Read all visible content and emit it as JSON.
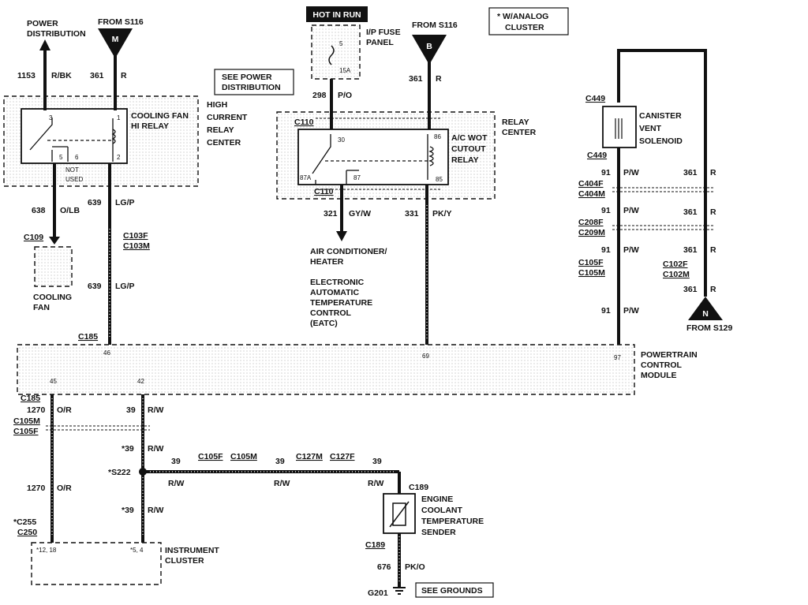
{
  "title_box": "HOT IN RUN",
  "note": {
    "line1": "* W/ANALOG",
    "line2": "CLUSTER"
  },
  "power_distribution": {
    "line1": "POWER",
    "line2": "DISTRIBUTION"
  },
  "sources": {
    "m": {
      "letter": "M",
      "from": "FROM S116"
    },
    "b": {
      "letter": "B",
      "from": "FROM S116"
    },
    "n": {
      "letter": "N",
      "from": "FROM S129"
    }
  },
  "see_power": {
    "line1": "SEE POWER",
    "line2": "DISTRIBUTION"
  },
  "see_grounds": "SEE GROUNDS",
  "fuse_panel": {
    "line1": "I/P FUSE",
    "line2": "PANEL",
    "pin": "5",
    "rating": "15A"
  },
  "cooling_fan_relay": {
    "name1": "COOLING FAN",
    "name2": "HI RELAY",
    "pin3": "3",
    "pin1": "1",
    "pin5": "5",
    "pin6": "6",
    "pin2": "2",
    "not": "NOT",
    "used": "USED"
  },
  "hcrc": {
    "line1": "HIGH",
    "line2": "CURRENT",
    "line3": "RELAY",
    "line4": "CENTER"
  },
  "relay_center": {
    "line1": "RELAY",
    "line2": "CENTER"
  },
  "ac_relay": {
    "name1": "A/C WOT",
    "name2": "CUTOUT",
    "name3": "RELAY",
    "p30": "30",
    "p86": "86",
    "p87a": "87A",
    "p87": "87",
    "p85": "85"
  },
  "canister": {
    "line1": "CANISTER",
    "line2": "VENT",
    "line3": "SOLENOID"
  },
  "cooling_fan": {
    "line1": "COOLING",
    "line2": "FAN"
  },
  "pcm": {
    "line1": "POWERTRAIN",
    "line2": "CONTROL",
    "line3": "MODULE",
    "p46": "46",
    "p69": "69",
    "p97": "97",
    "p45": "45",
    "p42": "42"
  },
  "ac_heater": {
    "line1": "AIR CONDITIONER/",
    "line2": "HEATER",
    "line3": "ELECTRONIC",
    "line4": "AUTOMATIC",
    "line5": "TEMPERATURE",
    "line6": "CONTROL",
    "line7": "(EATC)"
  },
  "ect": {
    "line1": "ENGINE",
    "line2": "COOLANT",
    "line3": "TEMPERATURE",
    "line4": "SENDER"
  },
  "cluster": {
    "line1": "INSTRUMENT",
    "line2": "CLUSTER",
    "pa": "*12, 18",
    "pb": "*5, 4"
  },
  "wires": {
    "w1153": {
      "num": "1153",
      "color": "R/BK"
    },
    "w361": {
      "num": "361",
      "color": "R"
    },
    "w298": {
      "num": "298",
      "color": "P/O"
    },
    "w638": {
      "num": "638",
      "color": "O/LB"
    },
    "w639": {
      "num": "639",
      "color": "LG/P"
    },
    "w321": {
      "num": "321",
      "color": "GY/W"
    },
    "w331": {
      "num": "331",
      "color": "PK/Y"
    },
    "w91": {
      "num": "91",
      "color": "P/W"
    },
    "w1270": {
      "num": "1270",
      "color": "O/R"
    },
    "w39": {
      "num": "39",
      "color": "R/W"
    },
    "s39": {
      "num": "*39",
      "color": "R/W"
    },
    "w676": {
      "num": "676",
      "color": "PK/O"
    }
  },
  "connectors": {
    "c110": "C110",
    "c109": "C109",
    "c103f": "C103F",
    "c103m": "C103M",
    "c185": "C185",
    "c449": "C449",
    "c404f": "C404F",
    "c404m": "C404M",
    "c208f": "C208F",
    "c209m": "C209M",
    "c105f": "C105F",
    "c105m": "C105M",
    "c102f": "C102F",
    "c102m": "C102M",
    "c127m": "C127M",
    "c127f": "C127F",
    "c189": "C189",
    "c255": "*C255",
    "c250": "C250",
    "s222": "*S222",
    "g201": "G201"
  }
}
